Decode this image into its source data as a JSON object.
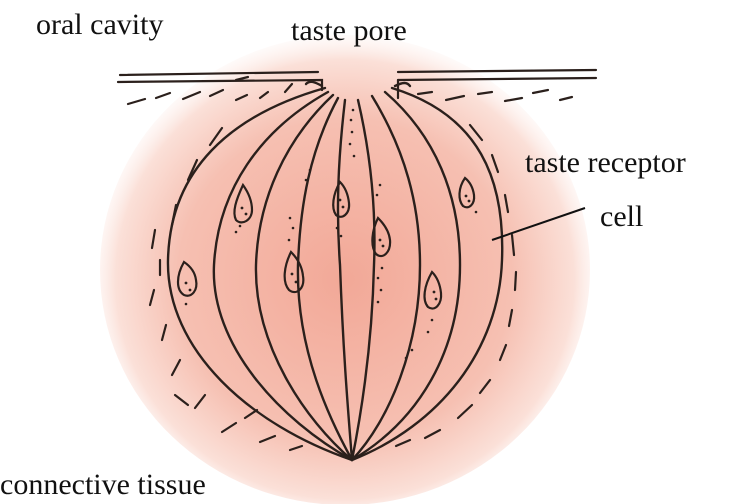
{
  "labels": {
    "oral_cavity": "oral cavity",
    "taste_pore": "taste pore",
    "taste_receptor": "taste receptor",
    "cell": "cell",
    "connective_tissue": "connective tissue"
  },
  "colors": {
    "bud_fill": "#f4b7a6",
    "ink": "#2b201c",
    "background": "#ffffff"
  }
}
